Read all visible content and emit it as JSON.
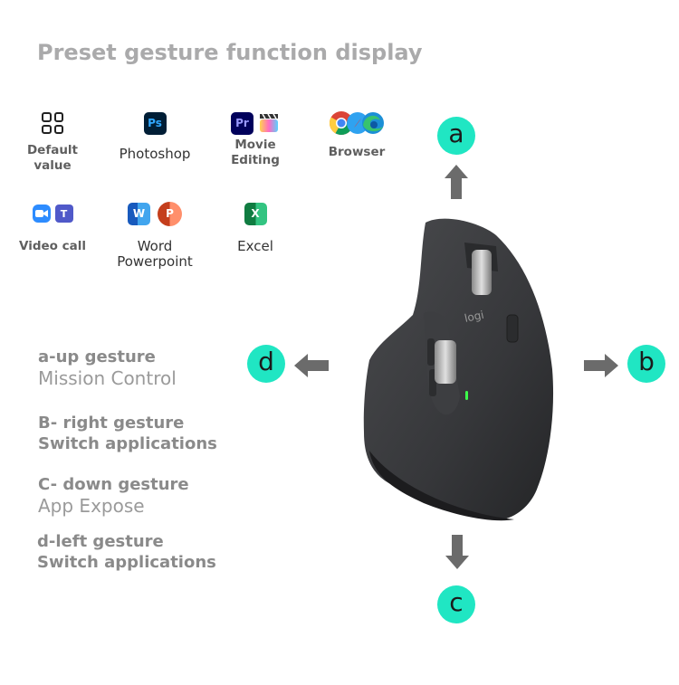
{
  "title": "Preset gesture function display",
  "apps": [
    {
      "id": "default",
      "label_lines": [
        "Default",
        "value"
      ],
      "icons": [
        "grid-icon"
      ]
    },
    {
      "id": "photoshop",
      "label_lines": [
        "Photoshop"
      ],
      "icons": [
        "photoshop-icon"
      ],
      "icon_text": {
        "ps": "Ps"
      }
    },
    {
      "id": "movie",
      "label_lines": [
        "Movie",
        "Editing"
      ],
      "icons": [
        "premiere-icon",
        "final-cut-icon"
      ],
      "icon_text": {
        "pr": "Pr"
      }
    },
    {
      "id": "browser",
      "label_lines": [
        "Browser"
      ],
      "icons": [
        "chrome-icon",
        "safari-icon",
        "edge-icon"
      ]
    },
    {
      "id": "video",
      "label_lines": [
        "Video call"
      ],
      "icons": [
        "zoom-icon",
        "teams-icon"
      ],
      "icon_text": {
        "t": "T"
      }
    },
    {
      "id": "office",
      "label_lines": [
        "Word",
        "Powerpoint"
      ],
      "icons": [
        "word-icon",
        "powerpoint-icon"
      ],
      "icon_text": {
        "w": "W",
        "p": "P"
      }
    },
    {
      "id": "excel",
      "label_lines": [
        "Excel"
      ],
      "icons": [
        "excel-icon"
      ],
      "icon_text": {
        "x": "X"
      }
    }
  ],
  "gestures": [
    {
      "heading": "a-up gesture",
      "value": "Mission Control"
    },
    {
      "heading": "B- right gesture",
      "value": "Switch applications"
    },
    {
      "heading": "C- down gesture",
      "value": "App Expose"
    },
    {
      "heading": "d-left gesture",
      "value": "Switch applications"
    }
  ],
  "directions": {
    "up": "a",
    "right": "b",
    "down": "c",
    "left": "d"
  },
  "mouse": {
    "brand": "logi"
  },
  "colors": {
    "accent": "#20e6c3",
    "arrow": "#6b6b6b",
    "title": "#aaaaab"
  }
}
